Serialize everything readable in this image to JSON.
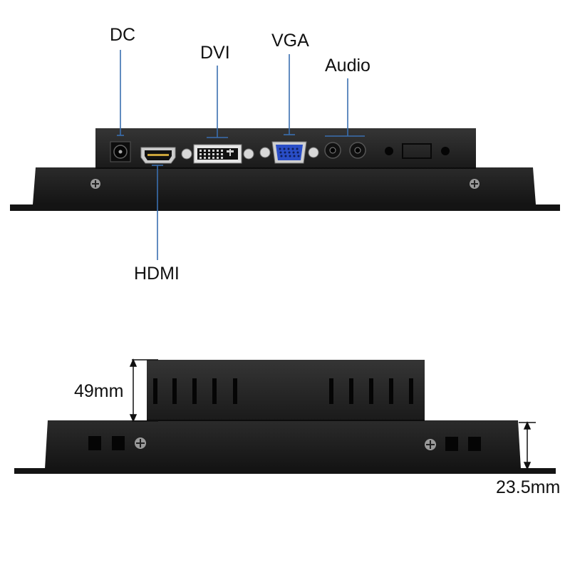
{
  "rear_view": {
    "ports": {
      "dc": "DC",
      "dvi": "DVI",
      "vga": "VGA",
      "audio": "Audio",
      "hdmi": "HDMI"
    }
  },
  "side_view": {
    "height_label": "49mm",
    "depth_label": "23.5mm"
  },
  "colors": {
    "housing": "#1e1e1e",
    "leader_line": "#3a6fb0",
    "background": "#ffffff"
  }
}
